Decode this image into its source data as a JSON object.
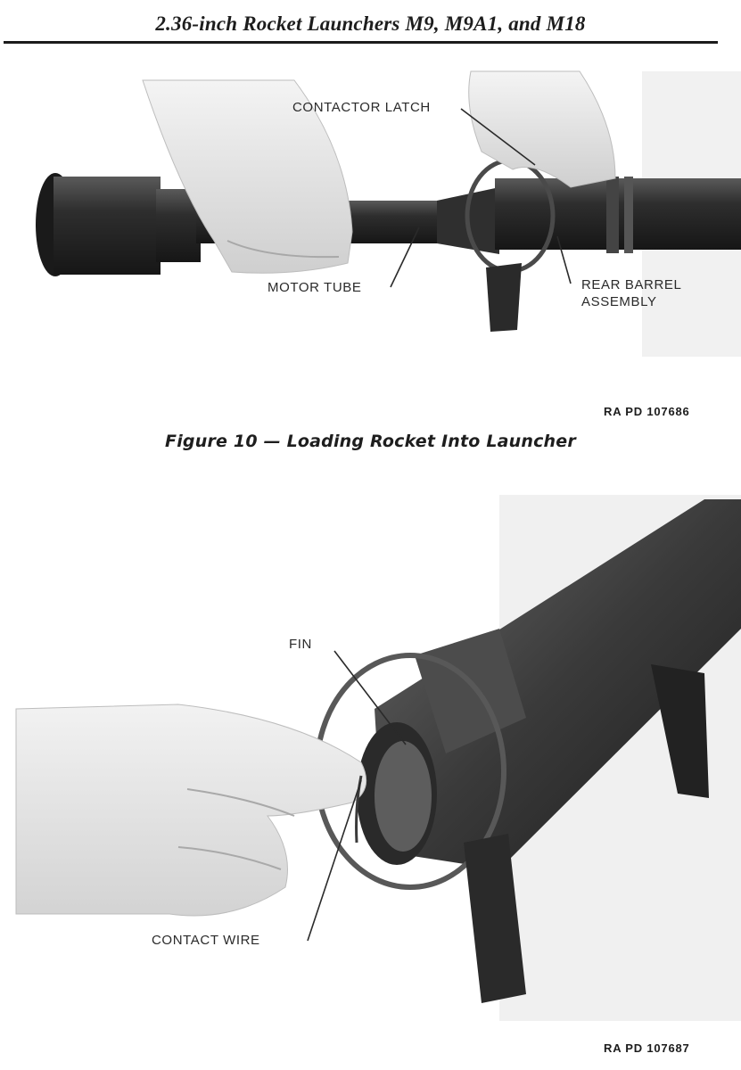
{
  "page_header": {
    "title": "2.36-inch Rocket Launchers M9, M9A1, and M18"
  },
  "figure_10": {
    "callouts": {
      "contactor_latch": "CONTACTOR LATCH",
      "motor_tube": "MOTOR TUBE",
      "rear_barrel_line1": "REAR BARREL",
      "rear_barrel_line2": "ASSEMBLY"
    },
    "plate_number": "RA PD 107686",
    "caption": "Figure 10 — Loading Rocket Into Launcher"
  },
  "figure_11": {
    "callouts": {
      "fin": "FIN",
      "contact_wire": "CONTACT WIRE"
    },
    "plate_number": "RA PD 107687"
  }
}
